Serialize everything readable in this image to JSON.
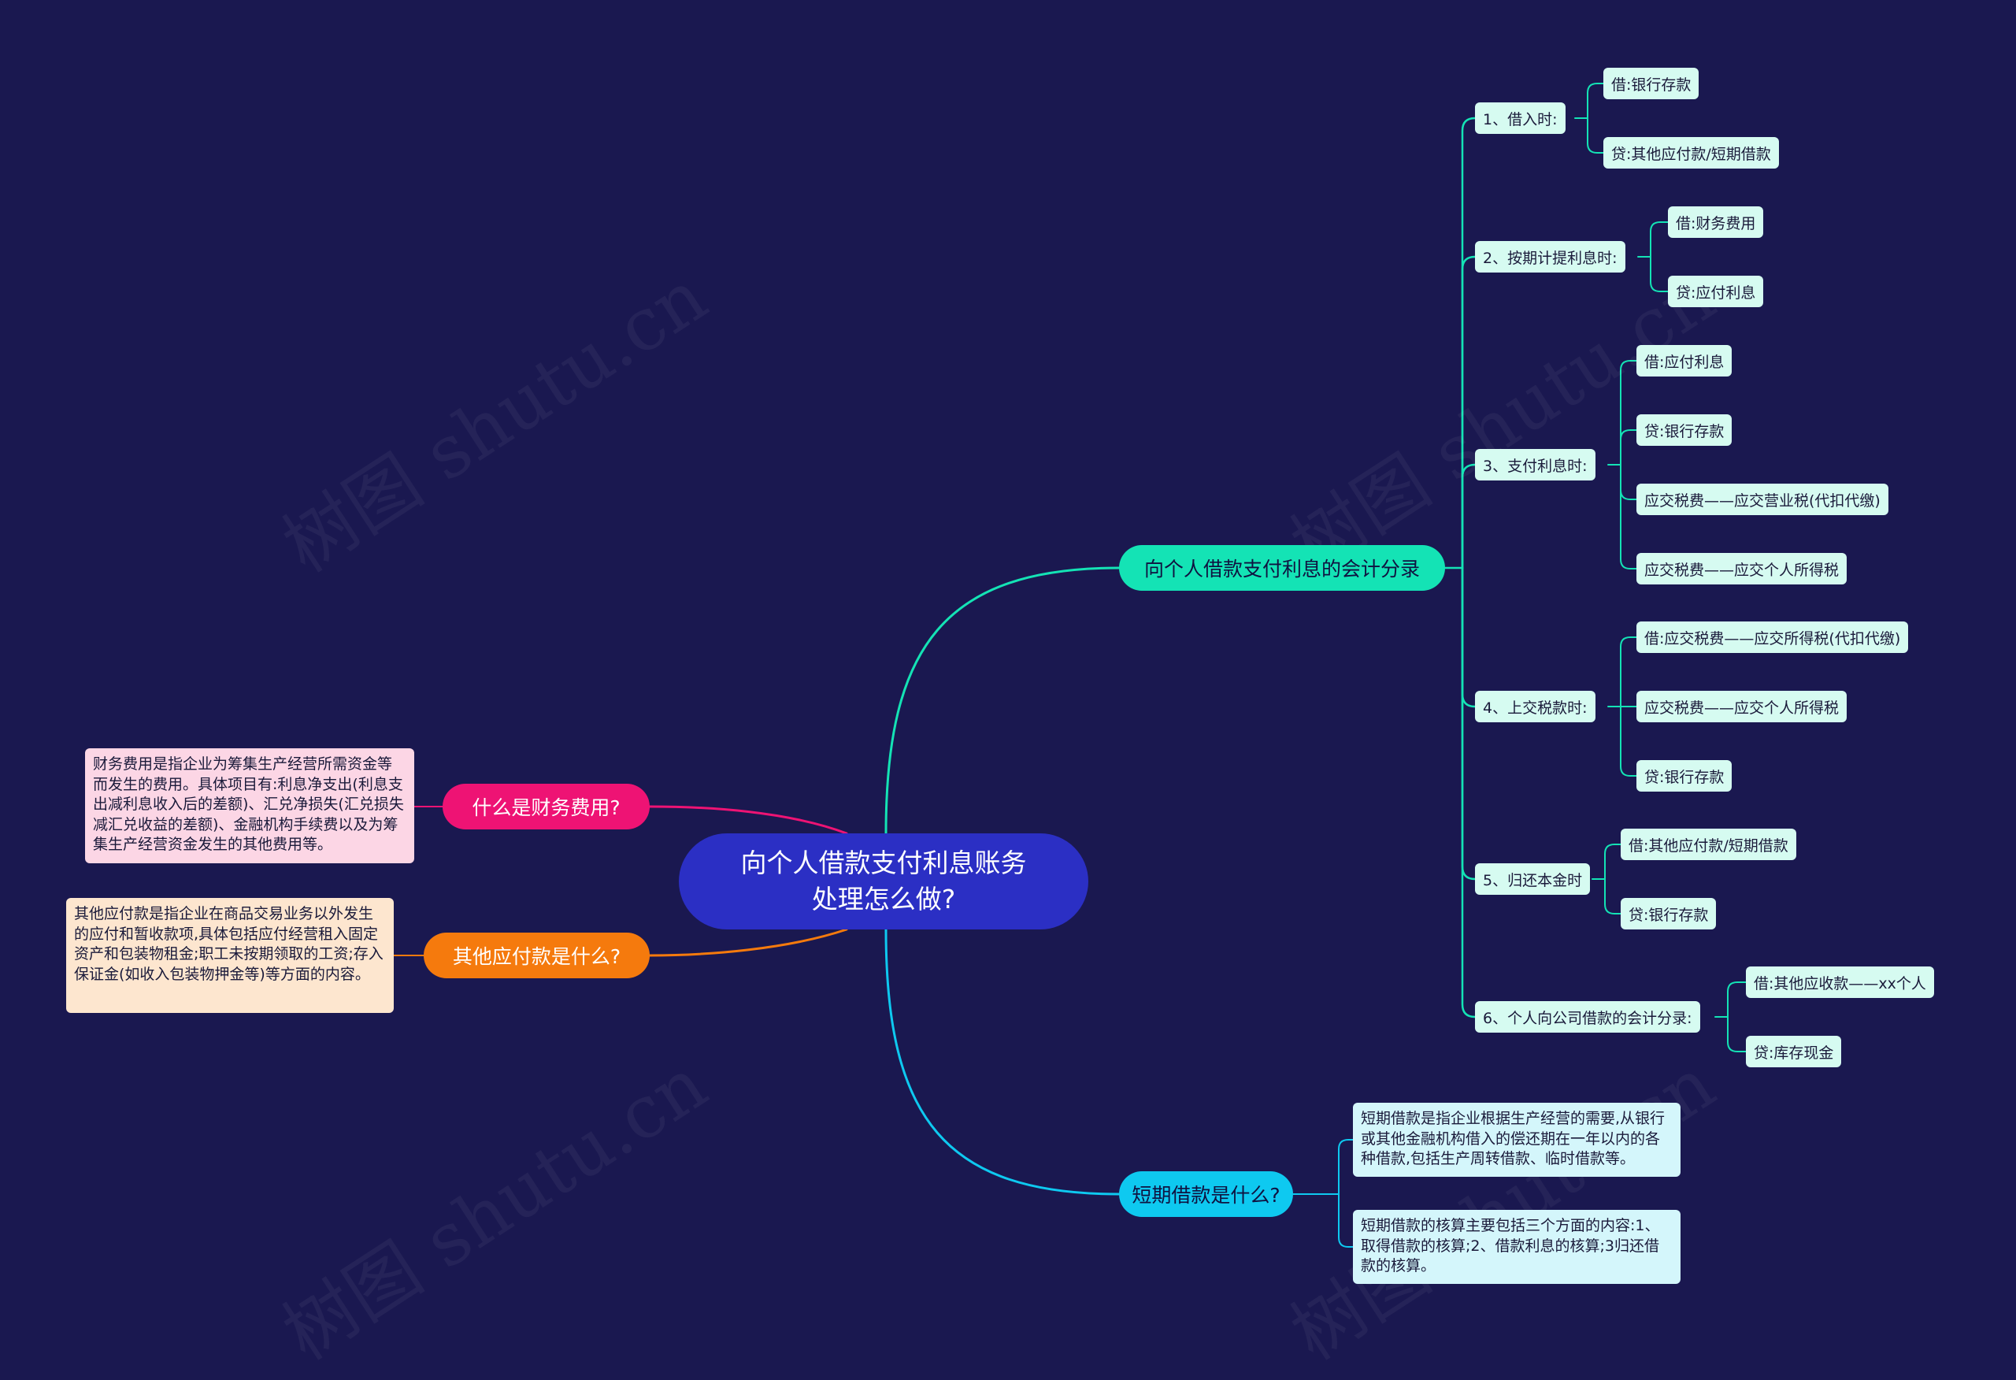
{
  "root": {
    "title_line1": "向个人借款支付利息账务",
    "title_line2": "处理怎么做?"
  },
  "branches": {
    "accounting": {
      "label": "向个人借款支付利息的会计分录",
      "items": [
        {
          "label": "1、借入时:",
          "leaves": [
            "借:银行存款",
            "贷:其他应付款/短期借款"
          ]
        },
        {
          "label": "2、按期计提利息时:",
          "leaves": [
            "借:财务费用",
            "贷:应付利息"
          ]
        },
        {
          "label": "3、支付利息时:",
          "leaves": [
            "借:应付利息",
            "贷:银行存款",
            "应交税费——应交营业税(代扣代缴)",
            "应交税费——应交个人所得税"
          ]
        },
        {
          "label": "4、上交税款时:",
          "leaves": [
            "借:应交税费——应交所得税(代扣代缴)",
            "应交税费——应交个人所得税",
            "贷:银行存款"
          ]
        },
        {
          "label": "5、归还本金时",
          "leaves": [
            "借:其他应付款/短期借款",
            "贷:银行存款"
          ]
        },
        {
          "label": "6、个人向公司借款的会计分录:",
          "leaves": [
            "借:其他应收款——xx个人",
            "贷:库存现金"
          ]
        }
      ]
    },
    "short_loan": {
      "label": "短期借款是什么?",
      "descs": [
        "短期借款是指企业根据生产经营的需要,从银行或其他金融机构借入的偿还期在一年以内的各种借款,包括生产周转借款、临时借款等。",
        "短期借款的核算主要包括三个方面的内容:1、取得借款的核算;2、借款利息的核算;3归还借款的核算。"
      ]
    },
    "finance_cost": {
      "label": "什么是财务费用?",
      "desc": "财务费用是指企业为筹集生产经营所需资金等而发生的费用。具体项目有:利息净支出(利息支出减利息收入后的差额)、汇兑净损失(汇兑损失减汇兑收益的差额)、金融机构手续费以及为筹集生产经营资金发生的其他费用等。"
    },
    "other_payable": {
      "label": "其他应付款是什么?",
      "desc": "其他应付款是指企业在商品交易业务以外发生的应付和暂收款项,具体包括应付经营租入固定资产和包装物租金;职工未按期领取的工资;存入保证金(如收入包装物押金等)等方面的内容。"
    }
  },
  "watermark": "树图 shutu.cn",
  "colors": {
    "background": "#1a1850",
    "root": "#2b2fc4",
    "accounting": "#14e3b5",
    "short_loan": "#0ec9f0",
    "finance_cost": "#ee1374",
    "other_payable": "#f57a0d"
  }
}
